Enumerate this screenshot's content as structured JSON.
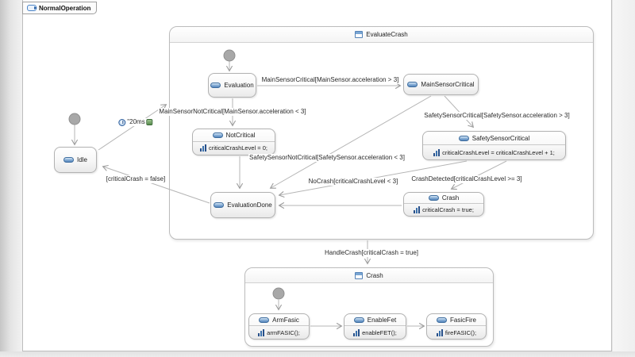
{
  "diagram": {
    "tab_title": "NormalOperation",
    "evaluate_crash_region": {
      "title": "EvaluateCrash"
    },
    "crash_region": {
      "title": "Crash"
    },
    "states": {
      "idle": {
        "name": "Idle"
      },
      "evaluation": {
        "name": "Evaluation"
      },
      "main_sensor_critical": {
        "name": "MainSensorCritical"
      },
      "not_critical": {
        "name": "NotCritical",
        "action": "criticalCrashLevel = 0;"
      },
      "safety_sensor_critical": {
        "name": "SafetySensorCritical",
        "action": "criticalCrashLevel = criticalCrashLevel + 1;"
      },
      "evaluation_done": {
        "name": "EvaluationDone"
      },
      "crash": {
        "name": "Crash",
        "action": "criticalCrash = true;"
      },
      "arm_fasic": {
        "name": "ArmFasic",
        "action": "armFASIC();"
      },
      "enable_fet": {
        "name": "EnableFet",
        "action": "enableFET();"
      },
      "fasic_fire": {
        "name": "FasicFire",
        "action": "fireFASIC();"
      }
    },
    "transitions": {
      "main_sensor_critical": "MainSensorCritical[MainSensor.acceleration > 3]",
      "main_sensor_not_critical": "MainSensorNotCritical[MainSensor.acceleration < 3]",
      "safety_sensor_critical": "SafetySensorCritical[SafetySensor.acceleration > 3]",
      "safety_sensor_not_critical": "SafetySensorNotCritical[SafetySensor.acceleration < 3]",
      "no_crash": "NoCrash[criticalCrashLevel < 3]",
      "crash_detected": "CrashDetected[criticalCrashLevel >= 3]",
      "handle_crash": "HandleCrash[criticalCrash = true]",
      "to_idle_guard": "[criticalCrash = false]",
      "timer": "\"20ms"
    },
    "icons": {
      "state": "state-pill-icon",
      "entry_action": "action-bars-icon",
      "composite_header": "composite-window-icon",
      "region_tab": "statechart-region-icon",
      "timer_clock": "clock-icon",
      "timer_event": "event-icon"
    },
    "colors": {
      "state_icon_blue": "#5585bc",
      "line_gray": "#b5b5b5",
      "canvas_white": "#ffffff",
      "outside_gray": "#e9e9e9"
    }
  }
}
